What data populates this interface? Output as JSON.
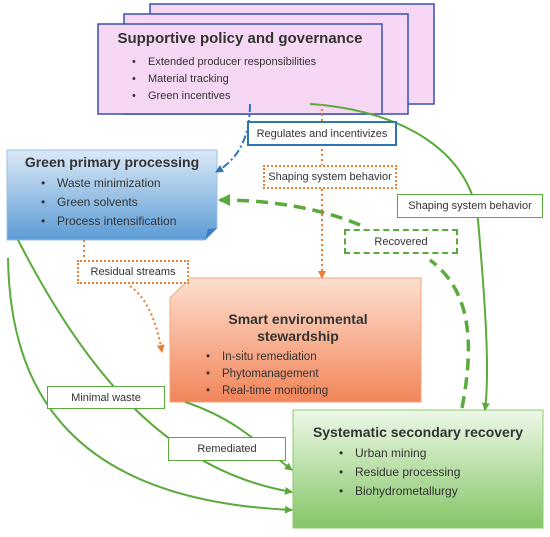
{
  "policy": {
    "title": "Supportive policy and governance",
    "items": [
      "Extended producer responsibilities",
      "Material tracking",
      "Green incentives"
    ]
  },
  "primary": {
    "title": "Green primary processing",
    "items": [
      "Waste minimization",
      "Green solvents",
      "Process intensification"
    ]
  },
  "stewardship": {
    "title_line1": "Smart environmental",
    "title_line2": "stewardship",
    "items": [
      "In-situ remediation",
      "Phytomanagement",
      "Real-time monitoring"
    ]
  },
  "secondary": {
    "title": "Systematic secondary recovery",
    "items": [
      "Urban mining",
      "Residue processing",
      "Biohydrometallurgy"
    ]
  },
  "labels": {
    "regulates": "Regulates and incentivizes",
    "shaping_center": "Shaping system behavior",
    "shaping_right": "Shaping system behavior",
    "recovered": "Recovered",
    "residual": "Residual streams",
    "minimal_waste": "Minimal waste",
    "remediated": "Remediated"
  },
  "colors": {
    "policy_fill": "#f6d8f4",
    "policy_border": "#3a4fb0",
    "primary_fill_top": "#dbe9f6",
    "primary_fill_bottom": "#5b9bd5",
    "stewardship_fill_top": "#fde0cf",
    "stewardship_fill_bottom": "#f2855a",
    "secondary_fill_top": "#e9f5e2",
    "secondary_fill_bottom": "#8cca70",
    "green_arrow": "#5aaa3c",
    "orange_arrow": "#ed7d31",
    "blue_arrow": "#2e75b6"
  }
}
